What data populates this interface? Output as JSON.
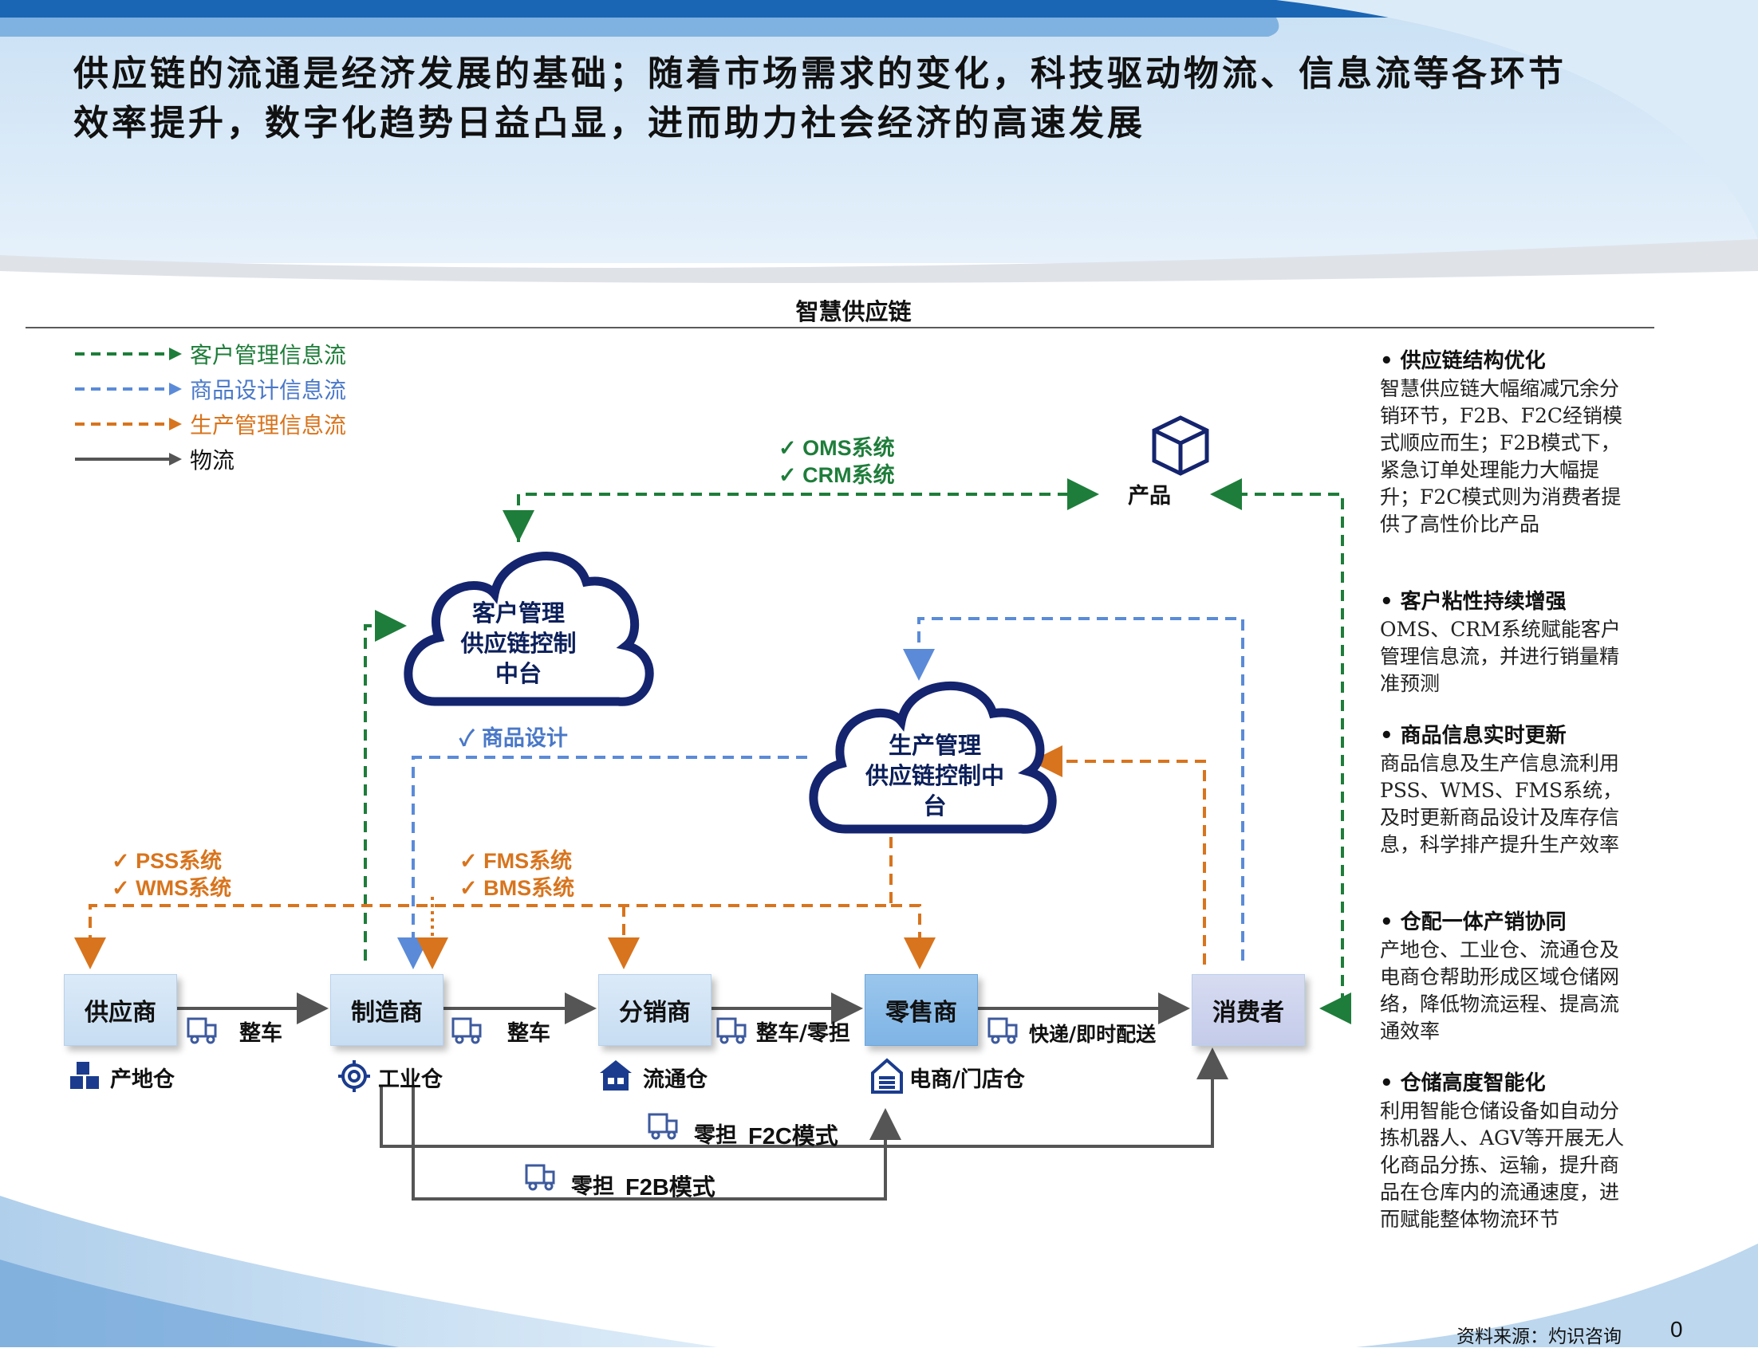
{
  "headline": {
    "line1": "供应链的流通是经济发展的基础；随着市场需求的变化，科技驱动物流、信息流等各环节",
    "line2": "效率提升，数字化趋势日益凸显，进而助力社会经济的高速发展"
  },
  "diagram_title": "智慧供应链",
  "legend": {
    "customer_flow": "客户管理信息流",
    "design_flow": "商品设计信息流",
    "production_flow": "生产管理信息流",
    "logistics": "物流"
  },
  "colors": {
    "customer_flow": "#1e7d3a",
    "design_flow": "#5b8bd8",
    "production_flow": "#d8741d",
    "logistics": "#555555",
    "cloud_border": "#14246e"
  },
  "clouds": {
    "customer_line1": "客户管理",
    "customer_line2": "供应链控制",
    "customer_line3": "中台",
    "production_line1": "生产管理",
    "production_line2": "供应链控制中",
    "production_line3": "台"
  },
  "product_label": "产品",
  "systems": {
    "oms": "✓ OMS系统",
    "crm": "✓ CRM系统",
    "design": "✓ 商品设计",
    "pss": "✓ PSS系统",
    "wms": "✓ WMS系统",
    "fms": "✓ FMS系统",
    "bms": "✓ BMS系统"
  },
  "nodes": {
    "supplier": "供应商",
    "manufacturer": "制造商",
    "distributor": "分销商",
    "retailer": "零售商",
    "consumer": "消费者"
  },
  "transport": {
    "t1": "整车",
    "t2": "整车",
    "t3": "整车/零担",
    "t4": "快递/即时配送",
    "f2c": "零担",
    "f2c_mode": "F2C模式",
    "f2b": "零担",
    "f2b_mode": "F2B模式"
  },
  "warehouses": {
    "w1": "产地仓",
    "w2": "工业仓",
    "w3": "流通仓",
    "w4": "电商/门店仓"
  },
  "side_notes": [
    {
      "title": "供应链结构优化",
      "body": "智慧供应链大幅缩减冗余分销环节，F2B、F2C经销模式顺应而生；F2B模式下，紧急订单处理能力大幅提升；F2C模式则为消费者提供了高性价比产品"
    },
    {
      "title": "客户粘性持续增强",
      "body": "OMS、CRM系统赋能客户管理信息流，并进行销量精准预测"
    },
    {
      "title": "商品信息实时更新",
      "body": "商品信息及生产信息流利用PSS、WMS、FMS系统，及时更新商品设计及库存信息，科学排产提升生产效率"
    },
    {
      "title": "仓配一体产销协同",
      "body": "产地仓、工业仓、流通仓及电商仓帮助形成区域仓储网络，降低物流运程、提高流通效率"
    },
    {
      "title": "仓储高度智能化",
      "body": "利用智能仓储设备如自动分拣机器人、AGV等开展无人化商品分拣、运输，提升商品在仓库内的流通速度，进而赋能整体物流环节"
    }
  ],
  "source": "资料来源：灼识咨询",
  "page_number": "0"
}
